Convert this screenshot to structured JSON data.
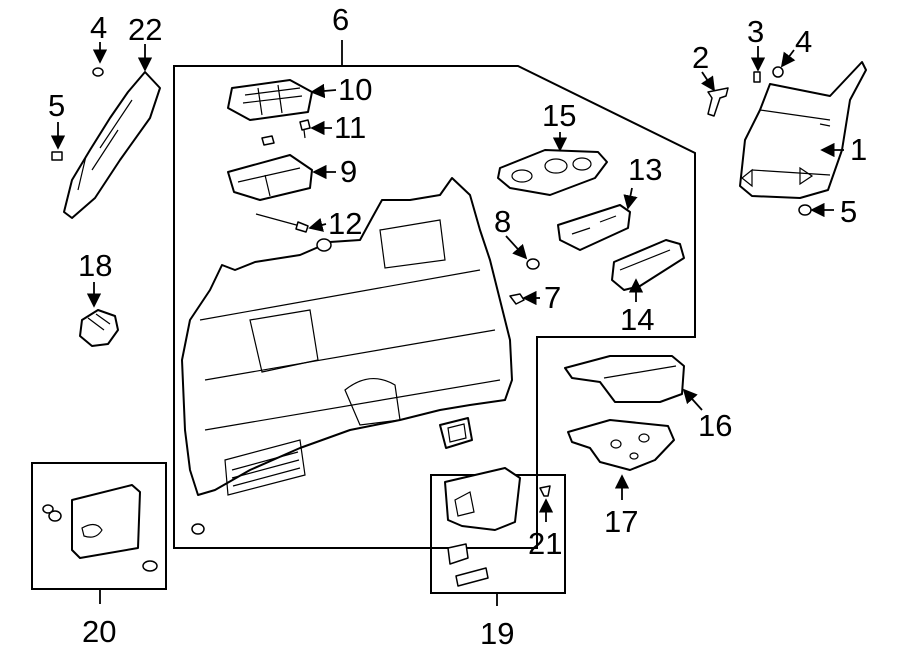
{
  "diagram": {
    "background": "#ffffff",
    "line_color": "#000000",
    "callouts": {
      "c1": "1",
      "c2": "2",
      "c3": "3",
      "c4a": "4",
      "c4b": "4",
      "c5a": "5",
      "c5b": "5",
      "c6": "6",
      "c7": "7",
      "c8": "8",
      "c9": "9",
      "c10": "10",
      "c11": "11",
      "c12": "12",
      "c13": "13",
      "c14": "14",
      "c15": "15",
      "c16": "16",
      "c17": "17",
      "c18": "18",
      "c19": "19",
      "c20": "20",
      "c21": "21",
      "c22": "22"
    }
  }
}
